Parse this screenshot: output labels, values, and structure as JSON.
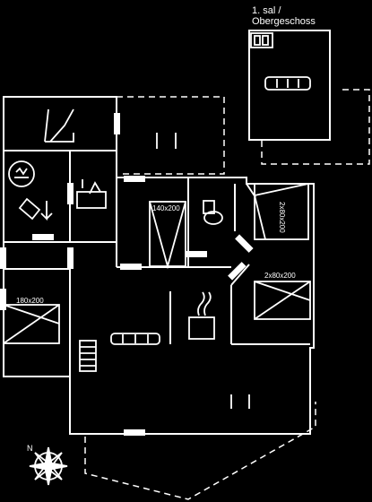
{
  "floor_label_line1": "1. sal /",
  "floor_label_line2": "Obergeschoss",
  "north_label": "N",
  "beds": [
    {
      "size": "140x200"
    },
    {
      "size": "2x80x200"
    },
    {
      "size": "180x200"
    },
    {
      "size": "2x80x200"
    }
  ],
  "colors": {
    "background": "#000000",
    "line": "#ffffff"
  },
  "icons": [
    "stairs-icon",
    "sofa-icon",
    "toilet-icon",
    "sink-icon",
    "washing-machine-icon",
    "hot-tub-icon",
    "kitchen-icon",
    "stove-icon",
    "compass-icon"
  ]
}
